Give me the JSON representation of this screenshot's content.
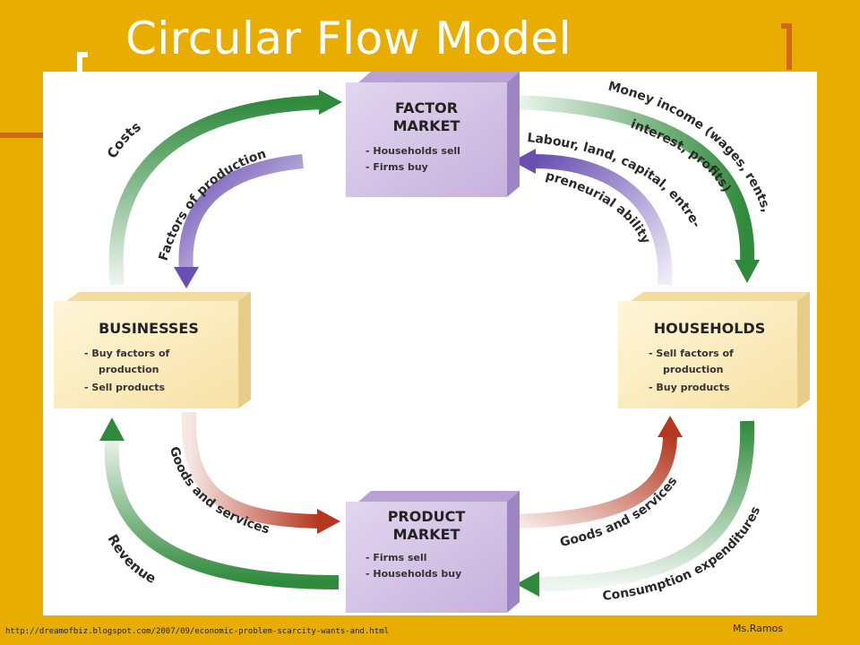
{
  "slide": {
    "title": "Circular Flow Model",
    "source_url": "http://dreamofbiz.blogspot.com/2007/09/economic-problem-scarcity-wants-and.html",
    "author": "Ms.Ramos"
  },
  "diagram": {
    "boxes": {
      "factor_market": {
        "title_line1": "FACTOR",
        "title_line2": "MARKET",
        "item1": "- Households sell",
        "item2": "- Firms buy"
      },
      "businesses": {
        "title": "BUSINESSES",
        "item1a": "- Buy factors of",
        "item1b": "production",
        "item2": "- Sell products"
      },
      "households": {
        "title": "HOUSEHOLDS",
        "item1a": "- Sell factors of",
        "item1b": "production",
        "item2": "- Buy products"
      },
      "product_market": {
        "title_line1": "PRODUCT",
        "title_line2": "MARKET",
        "item1": "- Firms sell",
        "item2": "- Households buy"
      }
    },
    "flows": {
      "costs": "Costs",
      "factors_of_production": "Factors of production",
      "money_income_1": "Money income (wages, rents,",
      "money_income_2": "interest, profits)",
      "labour_1": "Labour, land, capital, entre-",
      "labour_2": "preneurial ability",
      "goods_services_left": "Goods and services",
      "revenue": "Revenue",
      "goods_services_right": "Goods and services",
      "consumption": "Consumption expenditures"
    },
    "colors": {
      "green": "#2f8a3c",
      "purple": "#6a4fb3",
      "red": "#b4381f",
      "market_box": "#d2c2e4",
      "sector_box": "#fbedbf"
    }
  }
}
